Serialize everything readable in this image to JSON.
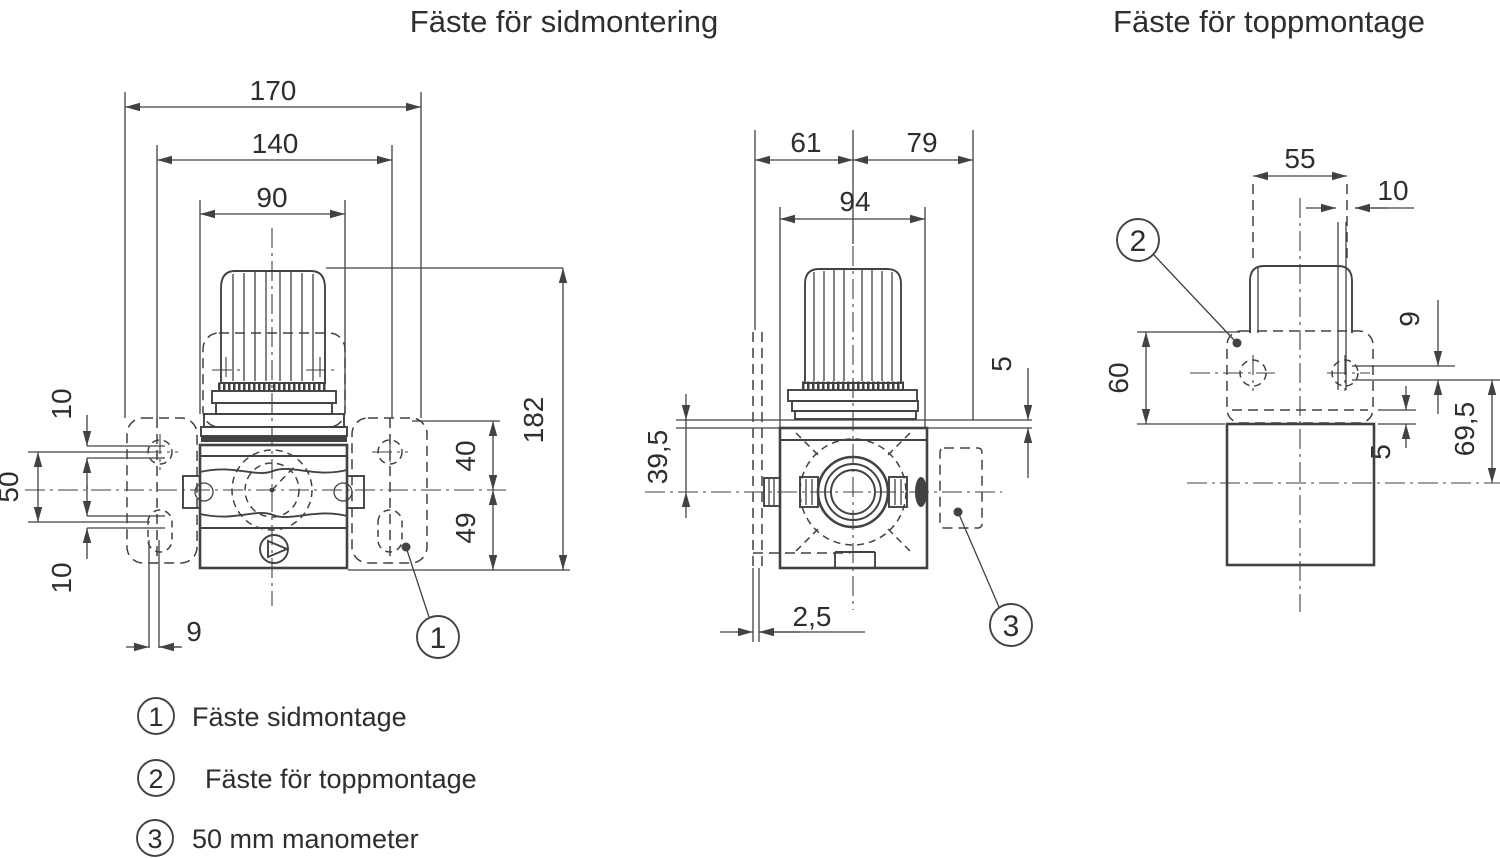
{
  "titles": {
    "side": "Fäste för sidmontering",
    "top": "Fäste för toppmontage"
  },
  "dims": {
    "w170": "170",
    "w140": "140",
    "w90": "90",
    "t10": "10",
    "h50": "50",
    "b10": "10",
    "s9": "9",
    "h40": "40",
    "h49": "49",
    "h182": "182",
    "w61": "61",
    "w79": "79",
    "w94": "94",
    "g5": "5",
    "h395": "39,5",
    "t25": "2,5",
    "w55": "55",
    "w10": "10",
    "h60": "60",
    "s9r": "9",
    "g5r": "5",
    "h695": "69,5"
  },
  "callouts": {
    "c1": "1",
    "c2": "2",
    "c3": "3"
  },
  "legend": [
    {
      "num": "1",
      "label": "Fäste sidmontage"
    },
    {
      "num": "2",
      "label": "Fäste för toppmontage"
    },
    {
      "num": "3",
      "label": "50 mm manometer"
    }
  ],
  "colors": {
    "line": "#424242",
    "text": "#2e2e2e",
    "background": "#ffffff"
  }
}
